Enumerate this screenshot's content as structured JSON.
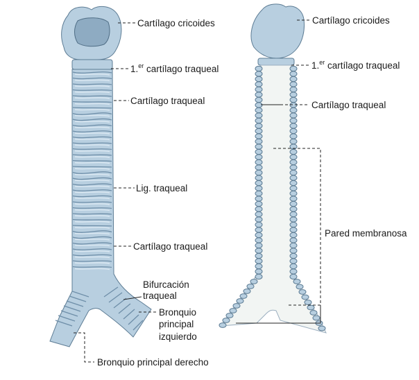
{
  "left_view": {
    "cricoid": "Cartílago cricoides",
    "first_tracheal_prefix": "1.",
    "first_tracheal_sup": "er",
    "first_tracheal_rest": " cartílago traqueal",
    "tracheal_cartilage_upper": "Cartílago traqueal",
    "ligament": "Lig. traqueal",
    "tracheal_cartilage_lower": "Cartílago traqueal",
    "bifurcation_line1": "Bifurcación",
    "bifurcation_line2": "traqueal",
    "left_bronchus_line1": "Bronquio",
    "left_bronchus_line2": "principal",
    "left_bronchus_line3": "izquierdo",
    "right_bronchus": "Bronquio principal derecho"
  },
  "right_view": {
    "cricoid": "Cartílago cricoides",
    "first_tracheal_prefix": "1.",
    "first_tracheal_sup": "er",
    "first_tracheal_rest": " cartílago traqueal",
    "tracheal_cartilage": "Cartílago traqueal",
    "membranous_wall": "Pared membranosa"
  }
}
